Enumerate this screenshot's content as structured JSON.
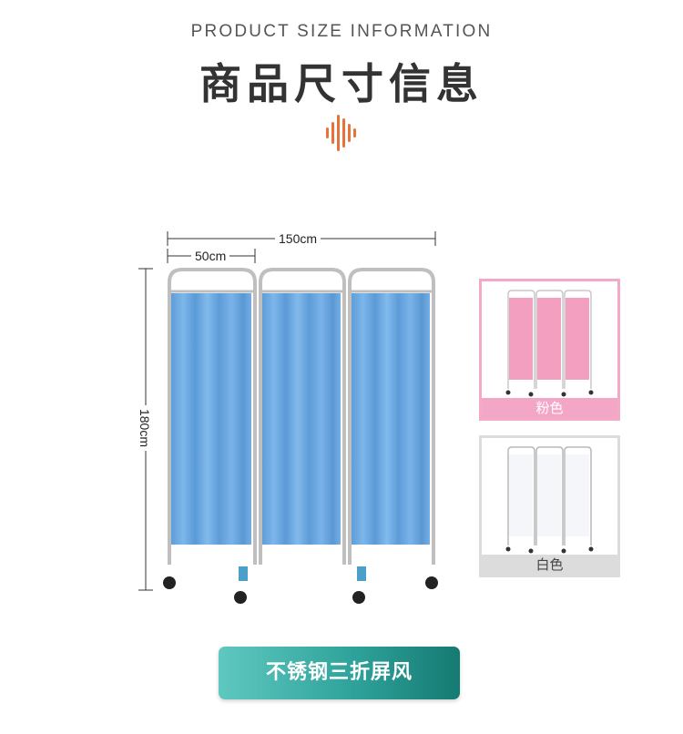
{
  "header": {
    "subtitle_en": "PRODUCT SIZE INFORMATION",
    "title_cn": "商品尺寸信息",
    "accent_color": "#e8733a"
  },
  "icons": {
    "header_icon": "sound-wave-icon"
  },
  "dimensions": {
    "total_width": "150cm",
    "panel_width": "50cm",
    "height": "180cm"
  },
  "product": {
    "curtain_color": "#6aa8e0",
    "frame_color": "#c8c8c8"
  },
  "color_options": [
    {
      "label": "粉色",
      "color": "#f3a6c6"
    },
    {
      "label": "白色",
      "color": "#dcdcdc"
    }
  ],
  "banner": {
    "text": "不锈钢三折屏风",
    "color_start": "#5fc8c0",
    "color_end": "#157a72"
  }
}
